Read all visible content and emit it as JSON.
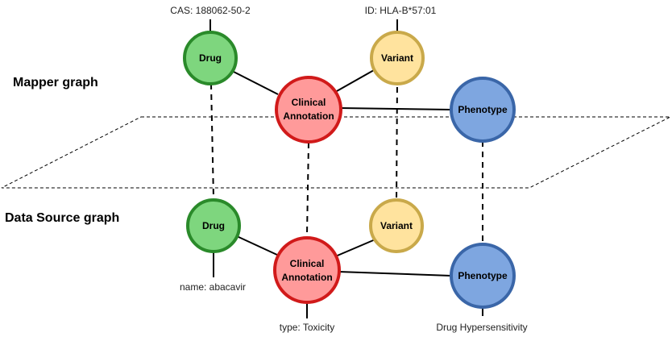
{
  "mapper_graph": {
    "title": "Mapper graph",
    "drug": {
      "label": "Drug",
      "attribute": "CAS: 188062-50-2"
    },
    "variant": {
      "label": "Variant",
      "attribute": "ID: HLA-B*57:01"
    },
    "annotation": {
      "label_line1": "Clinical",
      "label_line2": "Annotation"
    },
    "phenotype": {
      "label": "Phenotype"
    }
  },
  "data_source_graph": {
    "title": "Data Source graph",
    "drug": {
      "label": "Drug",
      "attribute": "name: abacavir"
    },
    "variant": {
      "label": "Variant"
    },
    "annotation": {
      "label_line1": "Clinical",
      "label_line2": "Annotation",
      "attribute": "type: Toxicity"
    },
    "phenotype": {
      "label": "Phenotype",
      "attribute": "Drug Hypersensitivity"
    }
  },
  "colors": {
    "drug_fill": "#7ed67e",
    "drug_stroke": "#2a8a2a",
    "variant_fill": "#ffe39e",
    "variant_stroke": "#c9a94a",
    "annotation_fill": "#ff9a9a",
    "annotation_stroke": "#d11a1a",
    "phenotype_fill": "#7ea6e0",
    "phenotype_stroke": "#3a66a8"
  }
}
